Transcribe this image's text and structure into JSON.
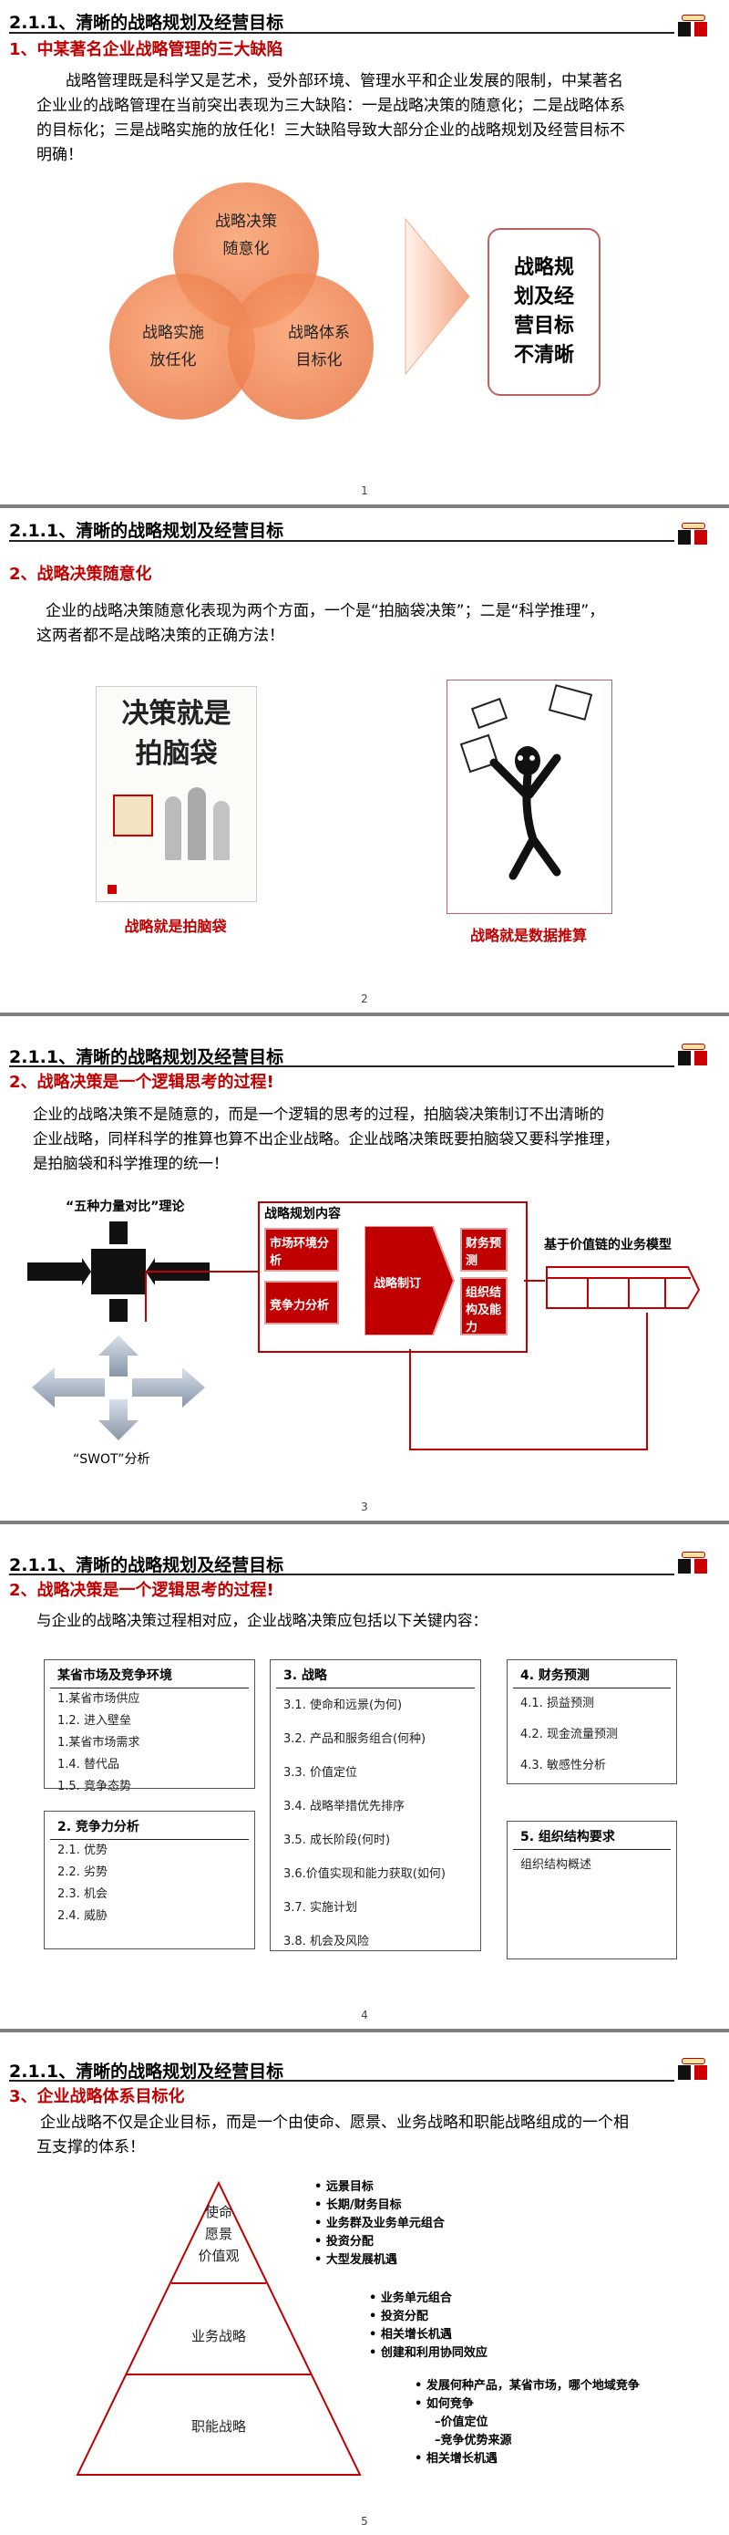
{
  "header_title": "2.1.1、清晰的战略规划及经营目标",
  "slide1": {
    "section": "1、中某著名企业战略管理的三大缺陷",
    "paragraph_lines": [
      "战略管理既是科学又是艺术，受外部环境、管理水平和企业发展的限制，中某著名",
      "企业业的战略管理在当前突出表现为三大缺陷：一是战略决策的随意化；二是战略体系",
      "的目标化；三是战略实施的放任化！三大缺陷导致大部分企业的战略规划及经营目标不",
      "明确！"
    ],
    "circle_top": [
      "战略决策",
      "随意化"
    ],
    "circle_left": [
      "战略实施",
      "放任化"
    ],
    "circle_right": [
      "战略体系",
      "目标化"
    ],
    "result_lines": [
      "战略规",
      "划及经",
      "营目标",
      "不清晰"
    ],
    "page": "1"
  },
  "slide2": {
    "section": "2、战略决策随意化",
    "paragraph_lines": [
      "企业的战略决策随意化表现为两个方面，一个是“拍脑袋决策”；二是“科学推理”，",
      "这两者都不是战略决策的正确方法！"
    ],
    "book_title_lines": [
      "决策就是",
      "拍脑袋"
    ],
    "caption_left": "战略就是拍脑袋",
    "caption_right": "战略就是数据推算",
    "page": "2"
  },
  "slide3": {
    "section": "2、战略决策是一个逻辑思考的过程!",
    "paragraph_lines": [
      "企业的战略决策不是随意的，而是一个逻辑的思考的过程，拍脑袋决策制订不出清晰的",
      "企业战略，同样科学的推算也算不出企业战略。企业战略决策既要拍脑袋又要科学推理，",
      "是拍脑袋和科学推理的统一！"
    ],
    "five_forces": "“五种力量对比”理论",
    "swot": "“SWOT”分析",
    "content_title": "战略规划内容",
    "box_market": "市场环境分析",
    "box_competition": "竞争力分析",
    "box_strategy": "战略制订",
    "box_finance": "财务预测",
    "box_org": "组织结构及能力",
    "value_chain": "基于价值链的业务模型",
    "page": "3"
  },
  "slide4": {
    "section": "2、战略决策是一个逻辑思考的过程!",
    "intro": "与企业的战略决策过程相对应，企业战略决策应包括以下关键内容：",
    "box1": {
      "title": "某省市场及竞争环境",
      "items": [
        "1.某省市场供应",
        "1.2. 进入壁垒",
        "1.某省市场需求",
        "1.4. 替代品",
        "1.5. 竞争态势"
      ]
    },
    "box2": {
      "title": "2. 竞争力分析",
      "items": [
        "2.1. 优势",
        "2.2. 劣势",
        "2.3. 机会",
        "2.4. 威胁"
      ]
    },
    "box3": {
      "title": "3. 战略",
      "items": [
        "3.1. 使命和远景(为何)",
        "3.2. 产品和服务组合(何种)",
        "3.3. 价值定位",
        "3.4. 战略举措优先排序",
        "3.5. 成长阶段(何时)",
        "3.6.价值实现和能力获取(如何)",
        "3.7. 实施计划",
        "3.8. 机会及风险"
      ]
    },
    "box4": {
      "title": "4. 财务预测",
      "items": [
        "4.1. 损益预测",
        "4.2. 现金流量预测",
        "4.3. 敏感性分析"
      ]
    },
    "box5": {
      "title": "5. 组织结构要求",
      "items": [
        "组织结构概述"
      ]
    },
    "page": "4"
  },
  "slide5": {
    "section": "3、企业战略体系目标化",
    "paragraph_lines": [
      "企业战略不仅是企业目标，而是一个由使命、愿景、业务战略和职能战略组成的一个相",
      "互支撑的体系！"
    ],
    "tier1": [
      "使命",
      "愿景",
      "价值观"
    ],
    "tier2": "业务战略",
    "tier3": "职能战略",
    "bullets1": [
      "• 远景目标",
      "• 长期/财务目标",
      "• 业务群及业务单元组合",
      "• 投资分配",
      "• 大型发展机遇"
    ],
    "bullets2": [
      "• 业务单元组合",
      "• 投资分配",
      "• 相关增长机遇",
      "• 创建和利用协同效应"
    ],
    "bullets3": [
      "• 发展何种产品，某省市场，哪个地域竞争",
      "• 如何竞争",
      "–价值定位",
      "–竞争优势来源",
      "• 相关增长机遇"
    ],
    "page": "5"
  }
}
